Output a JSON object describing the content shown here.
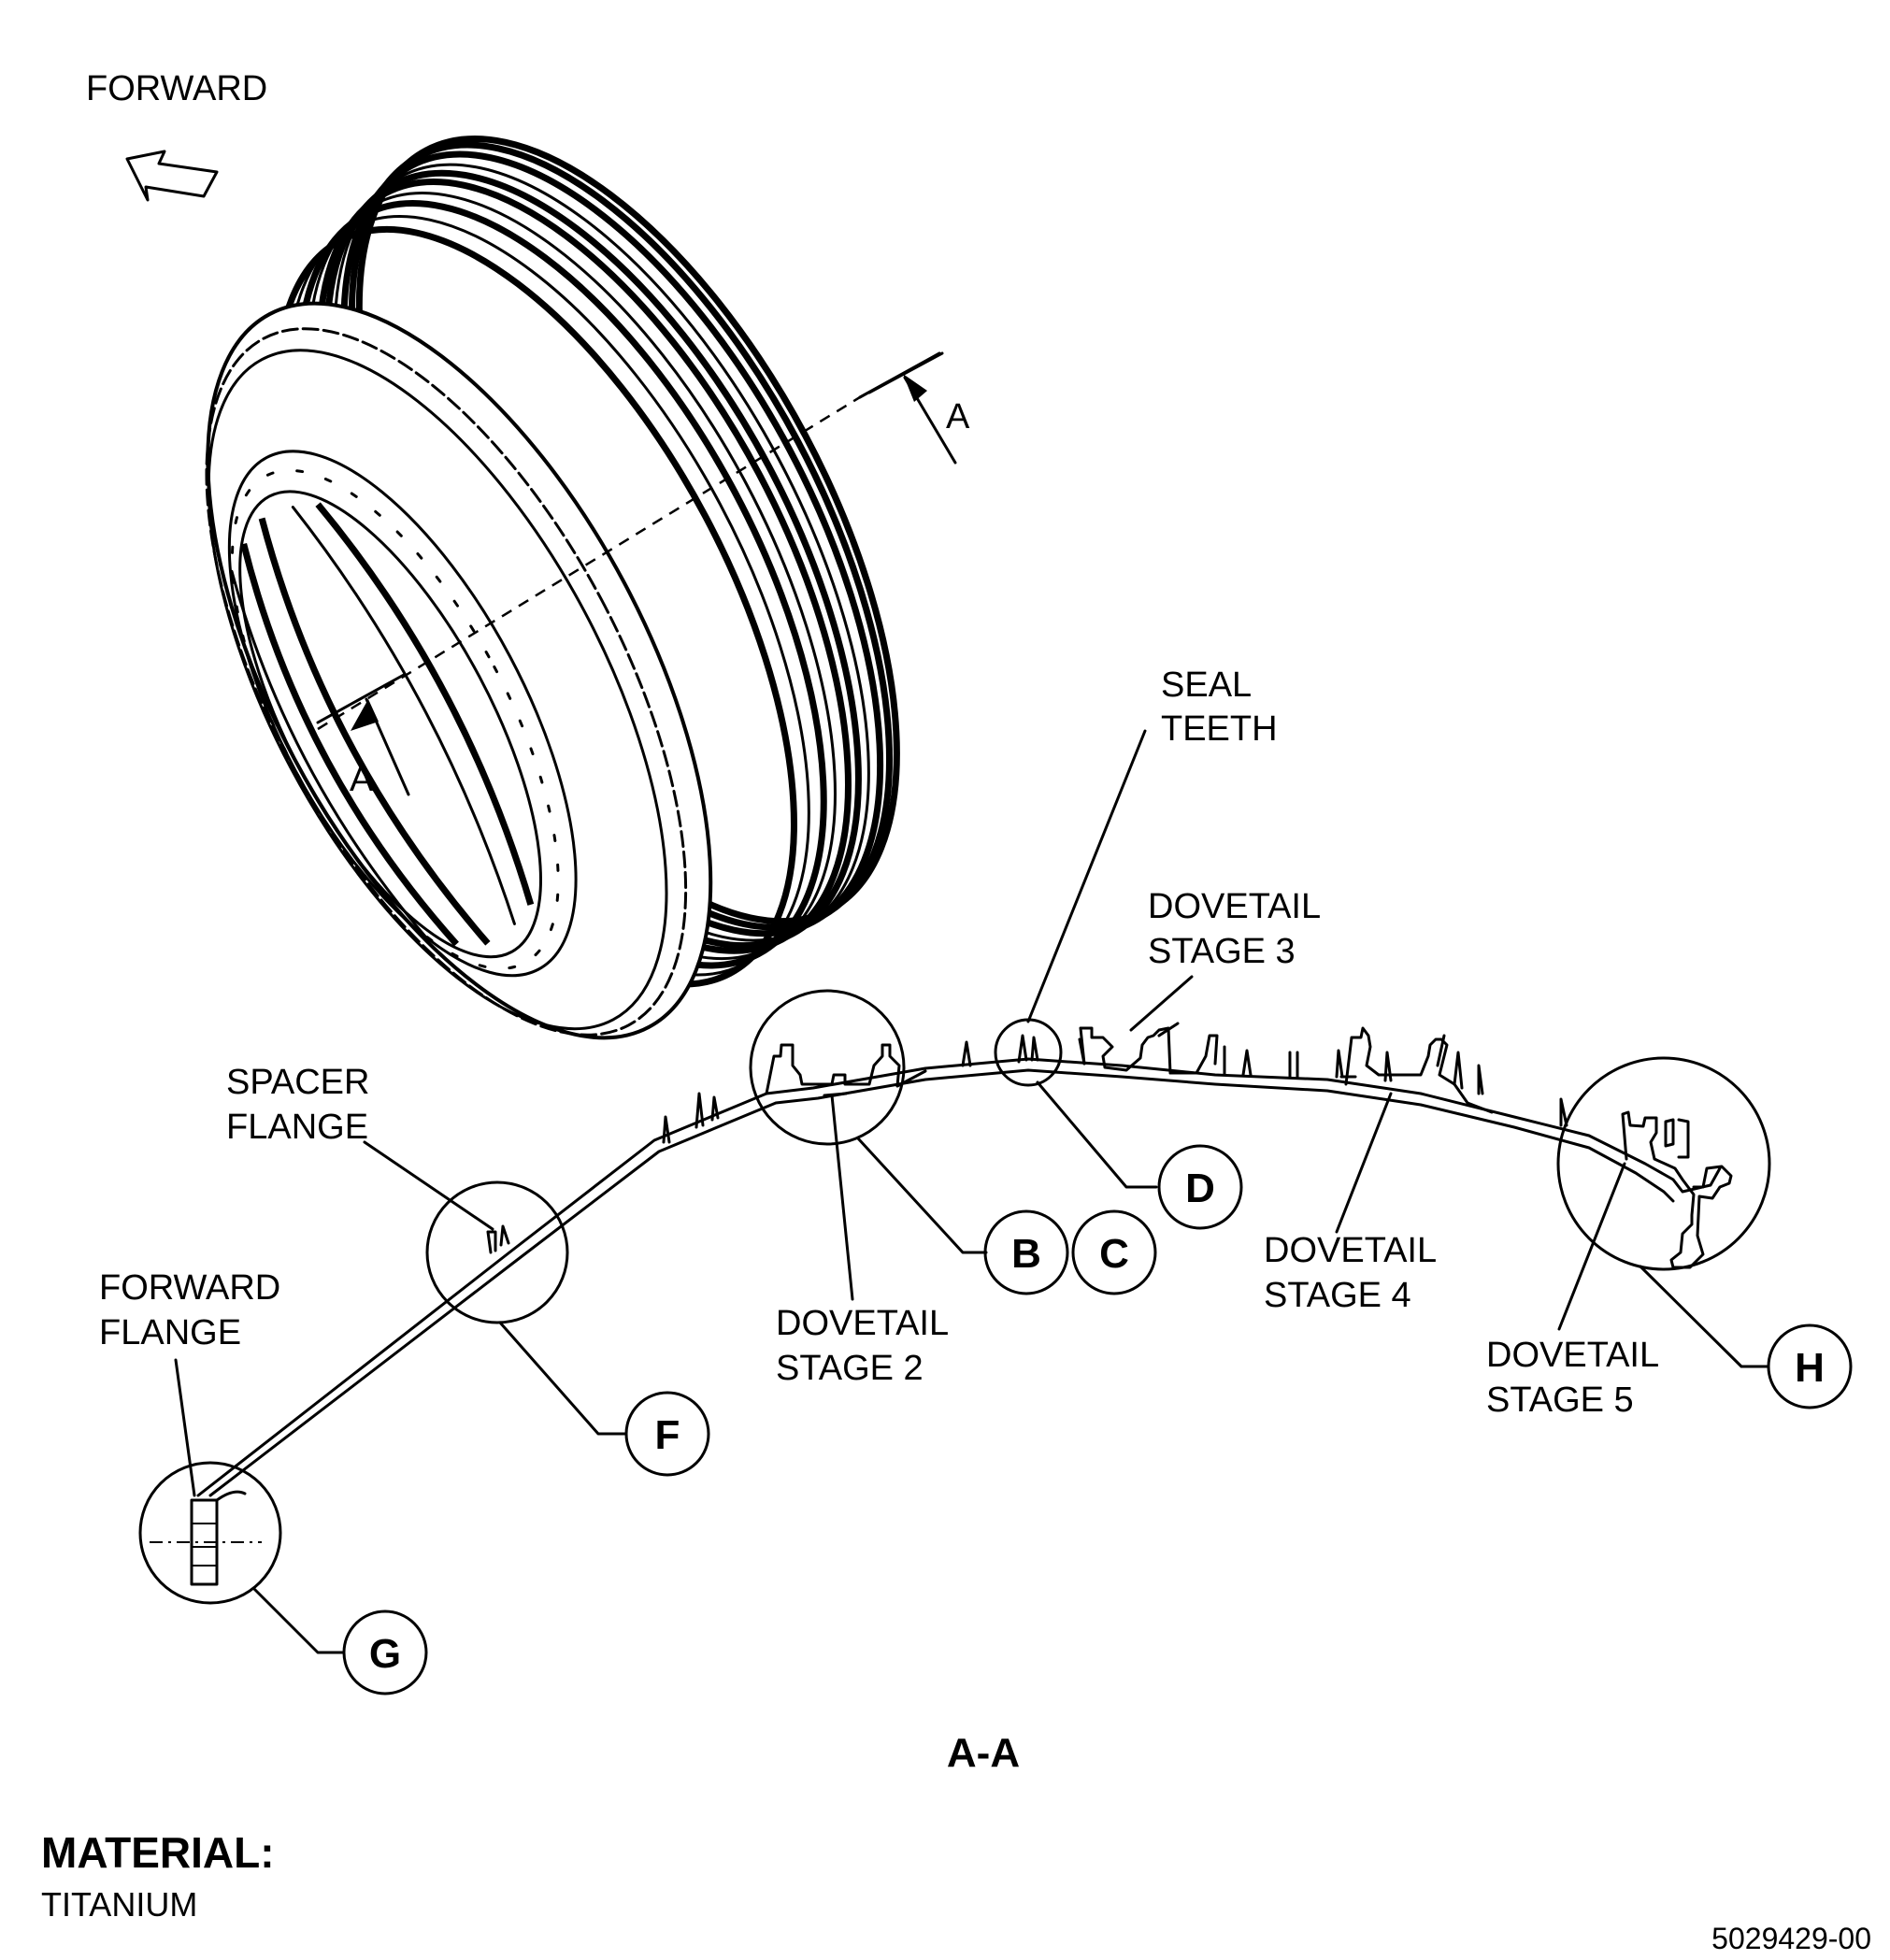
{
  "labels": {
    "forward": "FORWARD",
    "section_a_top": "A",
    "section_a_bottom": "A",
    "seal_teeth_1": "SEAL",
    "seal_teeth_2": "TEETH",
    "dovetail_stage3_1": "DOVETAIL",
    "dovetail_stage3_2": "STAGE 3",
    "spacer_flange_1": "SPACER",
    "spacer_flange_2": "FLANGE",
    "forward_flange_1": "FORWARD",
    "forward_flange_2": "FLANGE",
    "dovetail_stage2_1": "DOVETAIL",
    "dovetail_stage2_2": "STAGE 2",
    "dovetail_stage4_1": "DOVETAIL",
    "dovetail_stage4_2": "STAGE 4",
    "dovetail_stage5_1": "DOVETAIL",
    "dovetail_stage5_2": "STAGE 5",
    "section_title": "A-A"
  },
  "detail_callouts": {
    "b": "B",
    "c": "C",
    "d": "D",
    "f": "F",
    "g": "G",
    "h": "H"
  },
  "material": {
    "heading": "MATERIAL:",
    "value": "TITANIUM"
  },
  "figure_number": "5029429-00"
}
